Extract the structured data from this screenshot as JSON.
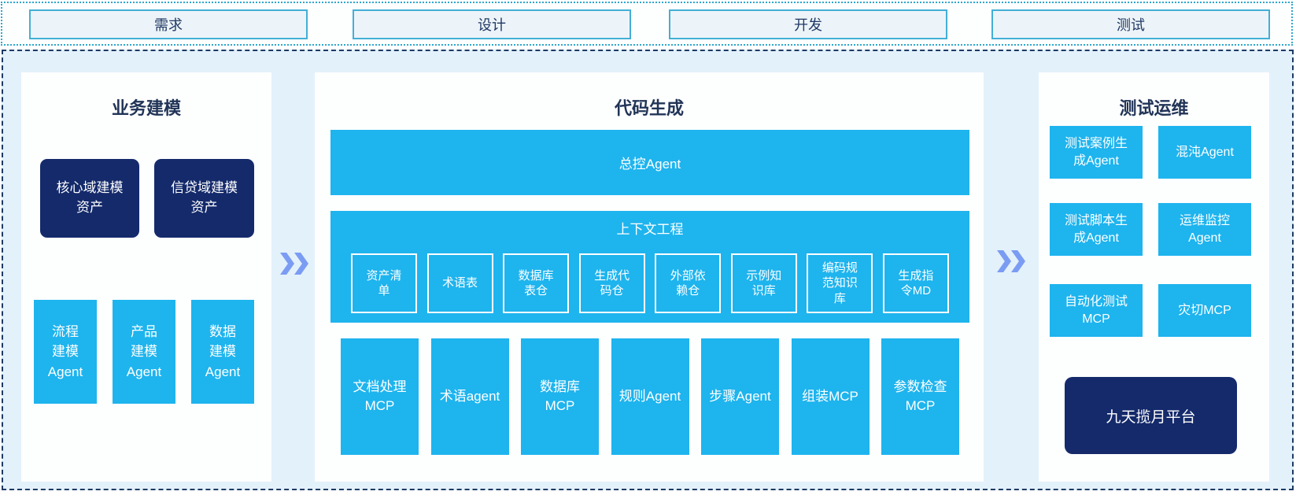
{
  "colors": {
    "cyan": "#1eb4ee",
    "navy": "#142a6b",
    "container_bg": "#e3f1fb",
    "dashed_border": "#1d3a63",
    "dotted_border": "#2ea7cd",
    "phase_box_bg": "#edf4f9",
    "phase_box_border": "#43afd6",
    "phase_text": "#1f3864",
    "panel_title_text": "#213457",
    "chevron": "#7b9cf3"
  },
  "phases": {
    "items": [
      {
        "label": "需求"
      },
      {
        "label": "设计"
      },
      {
        "label": "开发"
      },
      {
        "label": "测试"
      }
    ]
  },
  "left_panel": {
    "title": "业务建模",
    "asset_boxes": [
      {
        "label": "核心域建模\n资产"
      },
      {
        "label": "信贷域建模\n资产"
      }
    ],
    "agent_boxes": [
      {
        "label": "流程\n建模\nAgent"
      },
      {
        "label": "产品\n建模\nAgent"
      },
      {
        "label": "数据\n建模\nAgent"
      }
    ]
  },
  "middle_panel": {
    "title": "代码生成",
    "master_agent": "总控Agent",
    "context": {
      "title": "上下文工程",
      "boxes": [
        {
          "label": "资产清\n单"
        },
        {
          "label": "术语表"
        },
        {
          "label": "数据库\n表仓"
        },
        {
          "label": "生成代\n码仓"
        },
        {
          "label": "外部依\n赖仓"
        },
        {
          "label": "示例知\n识库"
        },
        {
          "label": "编码规\n范知识\n库"
        },
        {
          "label": "生成指\n令MD"
        }
      ]
    },
    "mcp_boxes": [
      {
        "label": "文档处理\nMCP"
      },
      {
        "label": "术语agent"
      },
      {
        "label": "数据库\nMCP"
      },
      {
        "label": "规则Agent"
      },
      {
        "label": "步骤Agent"
      },
      {
        "label": "组装MCP"
      },
      {
        "label": "参数检查\nMCP"
      }
    ]
  },
  "right_panel": {
    "title": "测试运维",
    "boxes": [
      {
        "label": "测试案例生\n成Agent"
      },
      {
        "label": "混沌Agent"
      },
      {
        "label": "测试脚本生\n成Agent"
      },
      {
        "label": "运维监控\nAgent"
      },
      {
        "label": "自动化测试\nMCP"
      },
      {
        "label": "灾切MCP"
      }
    ],
    "platform": {
      "label": "九天揽月平台"
    }
  }
}
